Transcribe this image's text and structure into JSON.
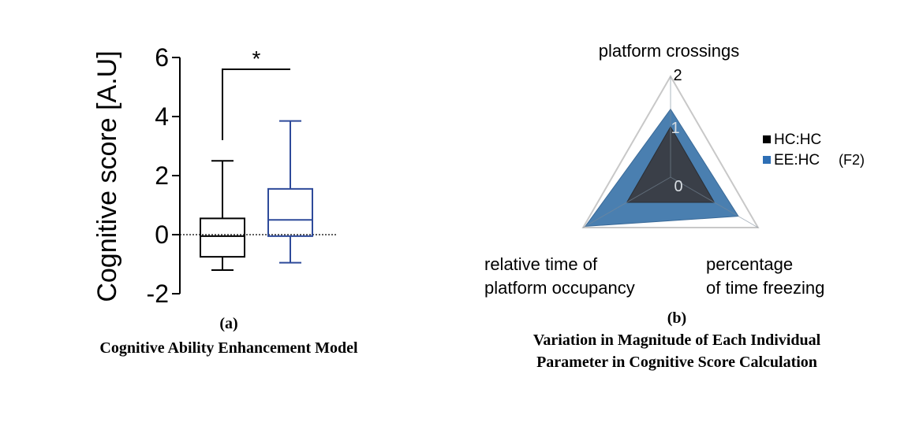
{
  "colors": {
    "hc": "#000000",
    "ee": "#2e4a9a",
    "radar_ee_fill": "#4a7fb0",
    "radar_hc_fill": "#3a3f48",
    "radar_frame": "#c8c8c8"
  },
  "panel_a": {
    "label": "(a)",
    "caption": "Cognitive Ability Enhancement Model"
  },
  "panel_b": {
    "label": "(b)",
    "caption_line1": "Variation in Magnitude of Each Individual",
    "caption_line2": "Parameter in Cognitive Score Calculation"
  },
  "chart_data": [
    {
      "type": "box",
      "ylabel": "Cognitive score [A.U]",
      "ylim": [
        -2,
        6
      ],
      "yticks": [
        -2,
        0,
        2,
        4,
        6
      ],
      "reference_line": 0,
      "significance": {
        "label": "*",
        "between": [
          0,
          1
        ],
        "y": 5.6,
        "drop_to": 3.2
      },
      "series": [
        {
          "min": -1.2,
          "q1": -0.75,
          "median": -0.05,
          "q3": 0.55,
          "max": 2.5,
          "color": "#000000"
        },
        {
          "min": -0.95,
          "q1": -0.05,
          "median": 0.5,
          "q3": 1.55,
          "max": 3.85,
          "color": "#2e4a9a"
        }
      ]
    },
    {
      "type": "radar",
      "axes": [
        "platform crossings",
        "percentage\nof time freezing",
        "relative time of\nplatform occupancy"
      ],
      "rlim": [
        0,
        2
      ],
      "rticks": [
        0,
        1,
        2
      ],
      "legend_position": "right",
      "series": [
        {
          "name": "HC:HC",
          "values": [
            1,
            1,
            1
          ],
          "color": "#3a3f48"
        },
        {
          "name": "EE:HC",
          "values": [
            1.35,
            1.55,
            1.95
          ],
          "color": "#4a7fb0"
        }
      ],
      "annotation": "(F2)"
    }
  ]
}
